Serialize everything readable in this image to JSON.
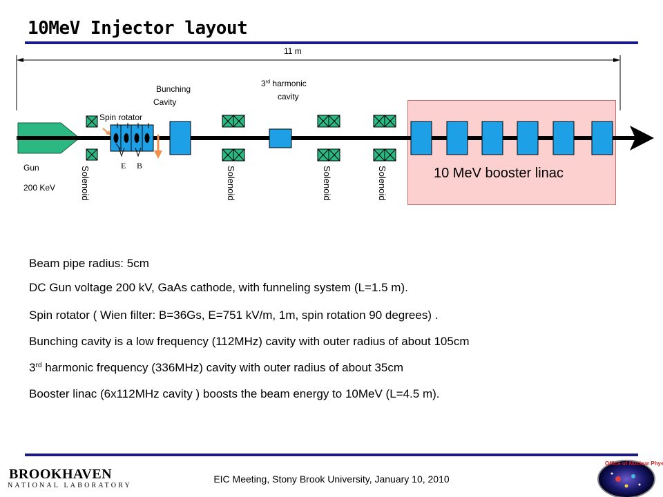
{
  "title": "10MeV Injector layout",
  "diagram": {
    "dimension_label": "11 m",
    "gun_label": "Gun",
    "gun_energy": "200 KeV",
    "spin_rotator_label": "Spin rotator",
    "e_label": "E",
    "b_label": "B",
    "bunching_cavity_label_line1": "Bunching",
    "bunching_cavity_label_line2": "Cavity",
    "harmonic_prefix": "3",
    "harmonic_sup": "rd",
    "harmonic_suffix": " harmonic",
    "harmonic_line2": "cavity",
    "solenoid_label": "Solenoid",
    "booster_label": "10 MeV booster linac",
    "colors": {
      "gun": "#2bb882",
      "cavity": "#1ea0e6",
      "solenoid": "#2bb882",
      "booster_bg": "#fdd0d0",
      "arrow": "#f0904a"
    }
  },
  "bullets": [
    {
      "text": "Beam pipe radius: 5cm"
    },
    {
      "text": "DC Gun voltage 200 kV, GaAs cathode,  with funneling system (L=1.5 m)."
    },
    {
      "text": "Spin rotator ( Wien filter: B=36Gs, E=751 kV/m, 1m, spin rotation 90 degrees) ."
    },
    {
      "text": "Bunching cavity is a low frequency (112MHz) cavity with outer radius of about 105cm"
    },
    {
      "prefix": "3",
      "sup": "rd",
      "text": " harmonic frequency (336MHz) cavity with outer radius of about 35cm"
    },
    {
      "text": "Booster linac  (6x112MHz cavity ) boosts the beam energy to 10MeV (L=4.5 m)."
    }
  ],
  "footer": "EIC Meeting, Stony Brook University, January 10, 2010",
  "logos": {
    "bnl_name": "BROOKHAVEN",
    "bnl_sub": "NATIONAL LABORATORY",
    "onp_name": "Office of Nuclear Physics"
  }
}
